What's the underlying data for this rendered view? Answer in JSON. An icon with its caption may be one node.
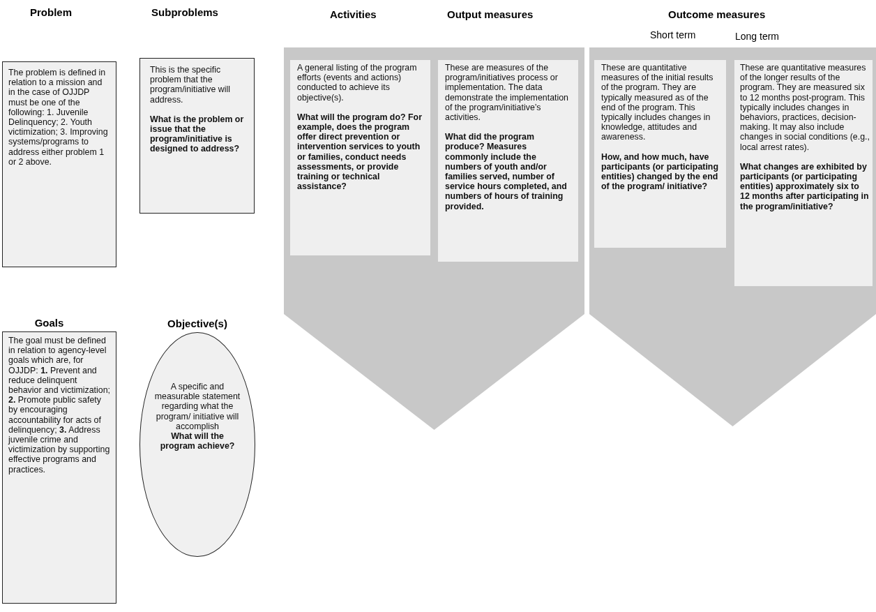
{
  "diagram": {
    "nodes": [
      {
        "text": [
          "Problem",
          "The problem is defined in relation to a mission and in the case of OJJDP must be one of the following: 1. Juvenile Delinquency; 2. Youth victimization; 3. Improving systems/programs to address either problem 1 or 2 above."
        ]
      },
      {
        "text": [
          "Subproblems",
          "This is the specific problem that the program/initiative will address.",
          "What is the problem or issue that the program/initiative is designed to address?"
        ]
      },
      {
        "text": [],
        "shape": "chevron"
      },
      {
        "text": [
          "A general listing of the program efforts (events and actions) conducted to achieve its objective(s).",
          "What will the program do? For example, does the program offer direct prevention or intervention services to youth or families, conduct needs assessments, or provide training or technical assistance?"
        ],
        "in": 2
      },
      {
        "text": [
          "These are measures of the program/initiatives process or implementation. The data demonstrate the implementation of the program/initiative’s activities.",
          "What did the program produce? Measures commonly include the numbers of youth and/or families served, number of service hours completed, and numbers of hours of training provided."
        ],
        "in": 2
      },
      {
        "text": [],
        "shape": "chevron"
      },
      {
        "text": [
          "These are quantitative measures of the initial results of the program. They are typically measured as of the end of the program. This typically includes changes in knowledge, attitudes and awareness.",
          "How, and how much, have participants (or participating entities) changed by the end of the program/ initiative?"
        ],
        "in": 5
      },
      {
        "text": [
          "These are quantitative measures of the longer results of the program. They are measured six to 12 months post-program. This typically includes changes in behaviors, practices, decision-making. It may also include changes in social conditions (e.g., local arrest rates).",
          "What changes are exhibited by participants (or participating entities) approximately six to 12 months after participating in the program/initiative?"
        ],
        "in": 5
      },
      {
        "text": [
          "Goals",
          "The goal must be defined in relation to agency-level goals which are, for OJJDP: **1.** Prevent and reduce delinquent behavior and victimization; **2.** Promote public safety by encouraging accountability for acts of delinquency; **3.** Address juvenile crime and victimization by supporting effective programs and practices."
        ]
      },
      {
        "text": [
          "Objective(s)",
          "A specific and measurable statement regarding what the program/ initiative will accomplish",
          "What will the program achieve?"
        ]
      }
    ],
    "labels": [
      "Activities",
      "Output measures",
      "Outcome measures",
      "Short term",
      "Long term"
    ]
  }
}
